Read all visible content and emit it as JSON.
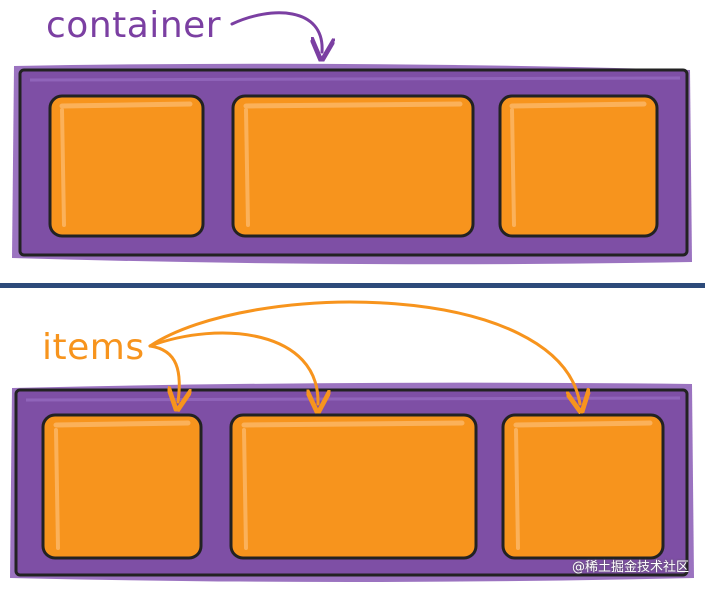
{
  "top_panel": {
    "label": "container",
    "box_colors": {
      "container": "#7e4fa5",
      "container_edge": "#9157c2",
      "item": "#f7941d",
      "item_highlight": "#fbb15a",
      "outline": "#222222"
    }
  },
  "bottom_panel": {
    "label": "items"
  },
  "divider_color": "#2d4a7a",
  "label_colors": {
    "container": "#7b3fa2",
    "items": "#f7941d"
  },
  "watermark": "@稀土掘金技术社区"
}
